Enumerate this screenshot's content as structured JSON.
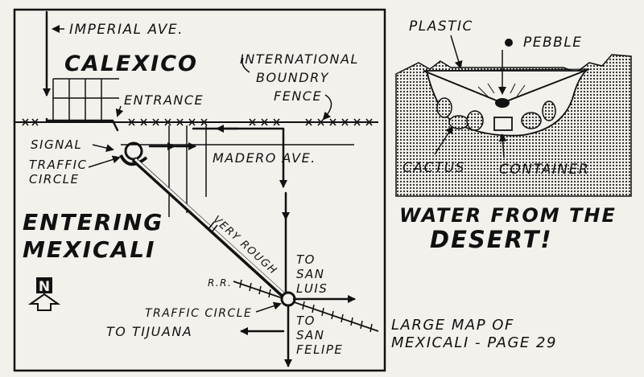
{
  "map": {
    "imperial_ave": "IMPERIAL AVE.",
    "calexico": "CALEXICO",
    "boundary_line1": "INTERNATIONAL",
    "boundary_line2": "BOUNDRY",
    "boundary_line3": "FENCE",
    "entrance": "ENTRANCE",
    "signal": "SIGNAL",
    "traffic_circle_1a": "TRAFFIC",
    "traffic_circle_1b": "CIRCLE",
    "madero_ave": "MADERO AVE.",
    "entering": "ENTERING",
    "mexicali": "MEXICALI",
    "very_rough": "VERY ROUGH",
    "rr": "R.R.",
    "traffic_circle_2": "TRAFFIC CIRCLE",
    "to_tijuana": "TO TIJUANA",
    "to_san_luis_1": "TO",
    "to_san_luis_2": "SAN",
    "to_san_luis_3": "LUIS",
    "to_san_felipe_1": "TO",
    "to_san_felipe_2": "SAN",
    "to_san_felipe_3": "FELIPE",
    "north": "N"
  },
  "still": {
    "plastic": "PLASTIC",
    "pebble": "PEBBLE",
    "cactus": "CACTUS",
    "container": "CONTAINER",
    "title_line1": "WATER FROM THE",
    "title_line2": "DESERT!"
  },
  "footer": {
    "line1": "LARGE MAP OF",
    "line2": "MEXICALI - PAGE 29"
  }
}
